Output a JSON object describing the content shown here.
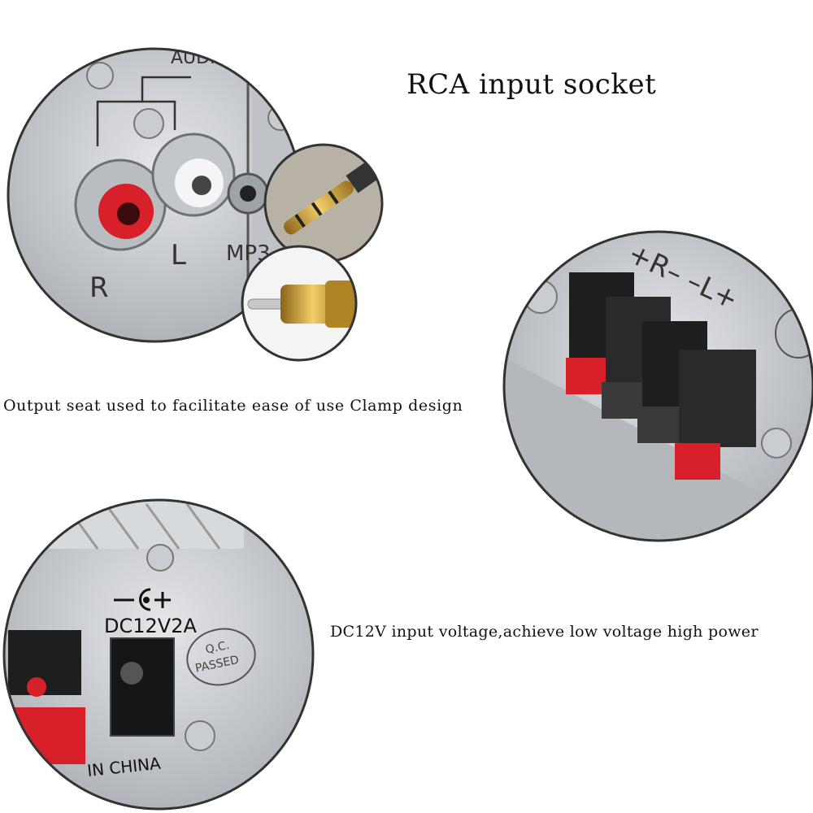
{
  "captions": {
    "rca": "RCA input socket",
    "output": "Output seat used to facilitate ease of use Clamp design",
    "dc": "DC12V input voltage,achieve low voltage high power"
  },
  "panel_labels": {
    "audio": "AUDIO",
    "right": "R",
    "left": "L",
    "mp3": "MP3",
    "dc_rating": "DC12V2A",
    "qc_line1": "Q.C.",
    "qc_line2": "PASSED",
    "made_in": "IN CHINA",
    "terminal_markings": "+R– –L+"
  },
  "colors": {
    "background": "#ffffff",
    "panel": "#cfd2d6",
    "red": "#d8202a",
    "gold": "#d6a93a"
  }
}
